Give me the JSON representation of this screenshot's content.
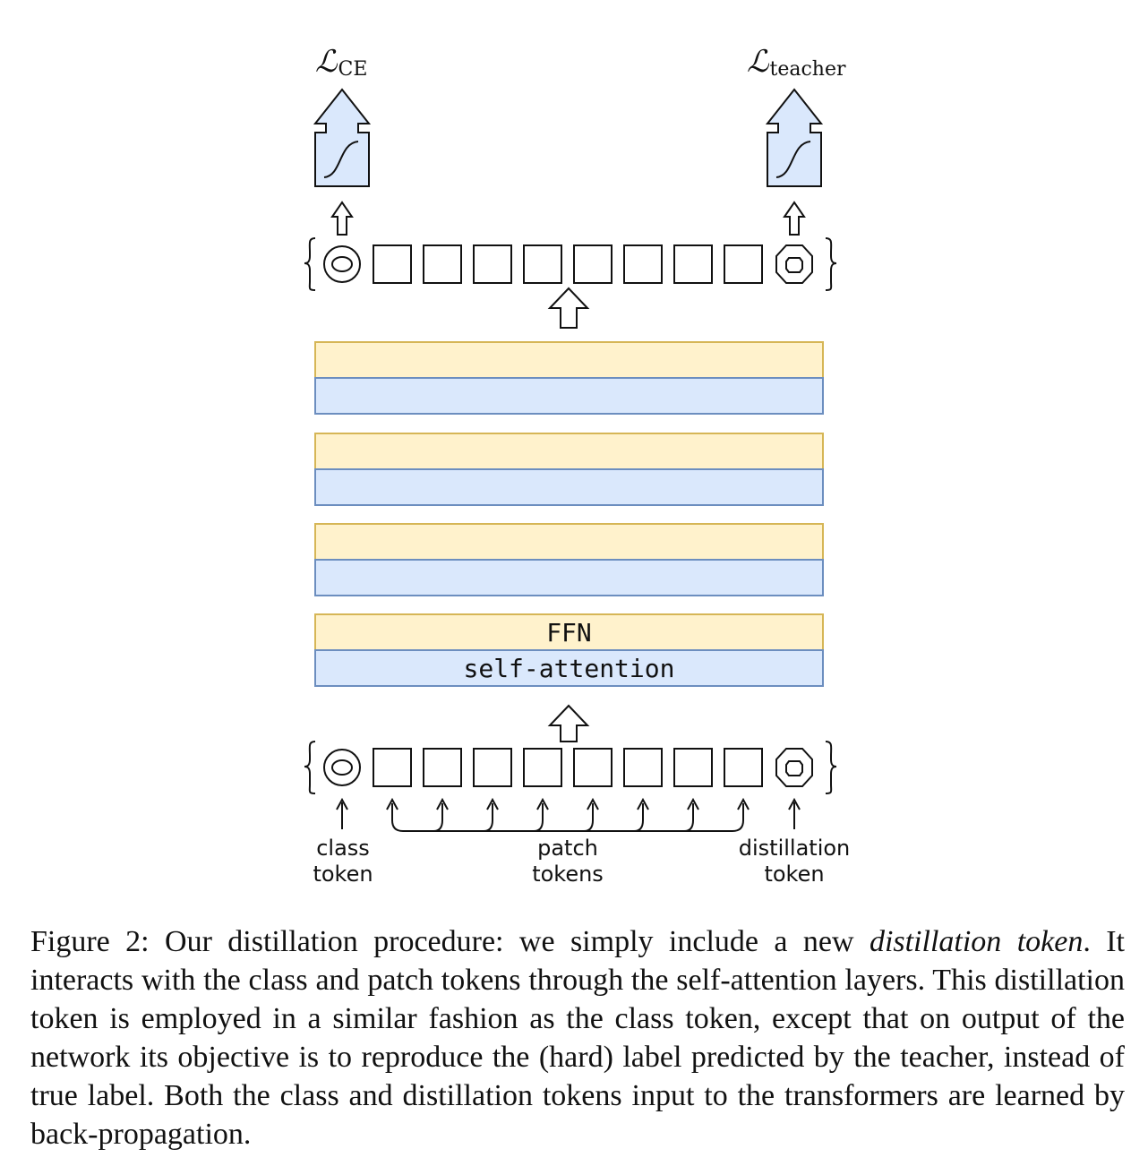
{
  "figure": {
    "loss_ce": {
      "symbol": "ℒ",
      "subscript": "CE"
    },
    "loss_teacher": {
      "symbol": "ℒ",
      "subscript": "teacher"
    },
    "layers": [
      {
        "top_label": "",
        "bottom_label": ""
      },
      {
        "top_label": "",
        "bottom_label": ""
      },
      {
        "top_label": "",
        "bottom_label": ""
      },
      {
        "top_label": "FFN",
        "bottom_label": "self-attention"
      }
    ],
    "input_labels": {
      "class": {
        "line1": "class",
        "line2": "token"
      },
      "patch": {
        "line1": "patch",
        "line2": "tokens"
      },
      "distillation": {
        "line1": "distillation",
        "line2": "token"
      }
    },
    "colors": {
      "ffn_fill": "#fff2cc",
      "ffn_stroke": "#d6b656",
      "attn_fill": "#dae8fc",
      "attn_stroke": "#6c8ebf",
      "head_fill": "#dae8fc"
    },
    "patch_token_count": 8
  },
  "caption": {
    "prefix": "Figure 2: Our distillation procedure: we simply include a new ",
    "emphasis": "distillation token",
    "suffix": ". It interacts with the class and patch tokens through the self-attention layers. This distillation token is employed in a similar fashion as the class token, except that on output of the network its objective is to reproduce the (hard) label predicted by the teacher, instead of true label.  Both the class and distillation tokens input to the transformers are learned by back-propagation."
  }
}
